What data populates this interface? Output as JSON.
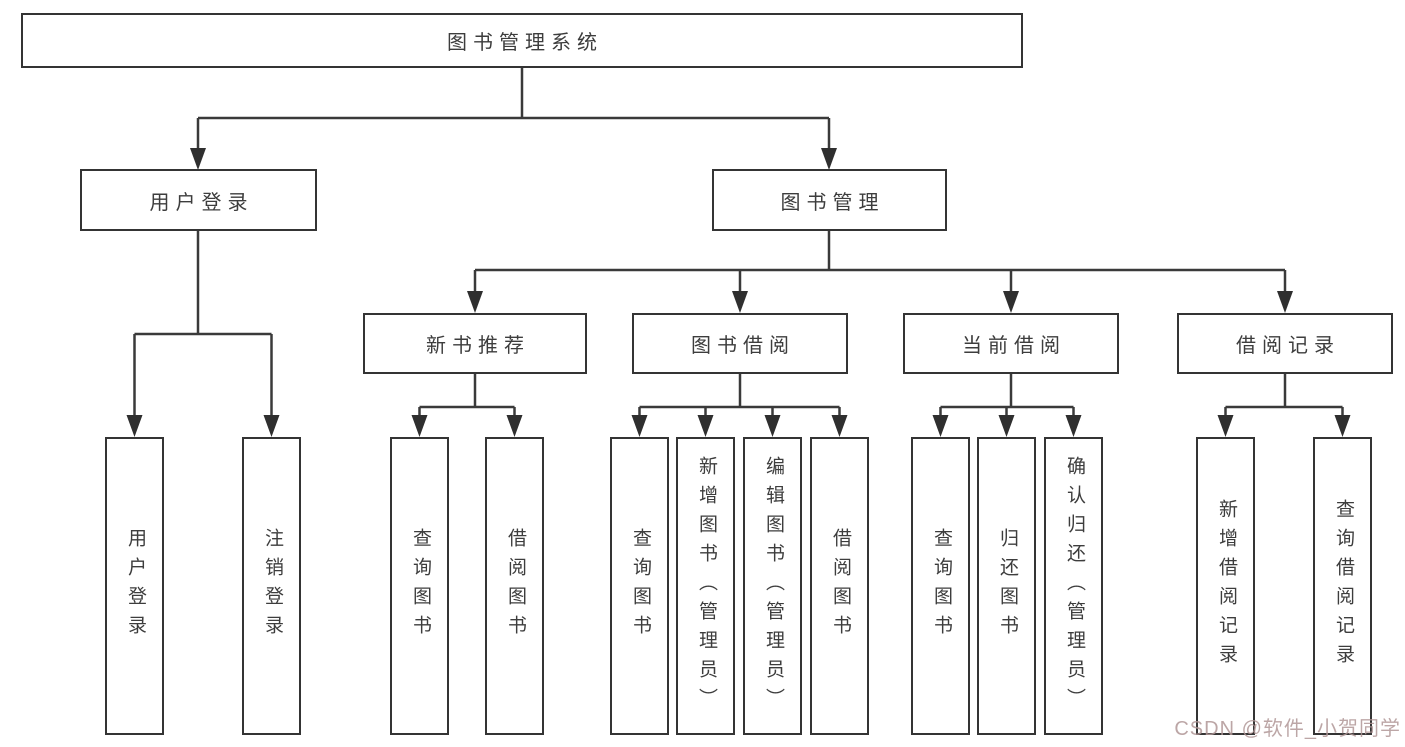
{
  "diagram_type": "hierarchy-chart",
  "tree": {
    "label": "图书管理系统",
    "children": [
      {
        "label": "用户登录",
        "children": [
          {
            "label": "用户登录"
          },
          {
            "label": "注销登录"
          }
        ]
      },
      {
        "label": "图书管理",
        "children": [
          {
            "label": "新书推荐",
            "children": [
              {
                "label": "查询图书"
              },
              {
                "label": "借阅图书"
              }
            ]
          },
          {
            "label": "图书借阅",
            "children": [
              {
                "label": "查询图书"
              },
              {
                "label": "新增图书（管理员）"
              },
              {
                "label": "编辑图书（管理员）"
              },
              {
                "label": "借阅图书"
              }
            ]
          },
          {
            "label": "当前借阅",
            "children": [
              {
                "label": "查询图书"
              },
              {
                "label": "归还图书"
              },
              {
                "label": "确认归还（管理员）"
              }
            ]
          },
          {
            "label": "借阅记录",
            "children": [
              {
                "label": "新增借阅记录"
              },
              {
                "label": "查询借阅记录"
              }
            ]
          }
        ]
      }
    ]
  },
  "watermark": {
    "text": "CSDN @软件_小贺同学"
  },
  "colors": {
    "background": "#ffffff",
    "box_fill": "#ffffff",
    "box_border": "#343434",
    "connector_line": "#3a3a3a",
    "arrowhead": "#2f2f2f",
    "text": "#3d3d3d",
    "watermark_text": "#b09696"
  }
}
